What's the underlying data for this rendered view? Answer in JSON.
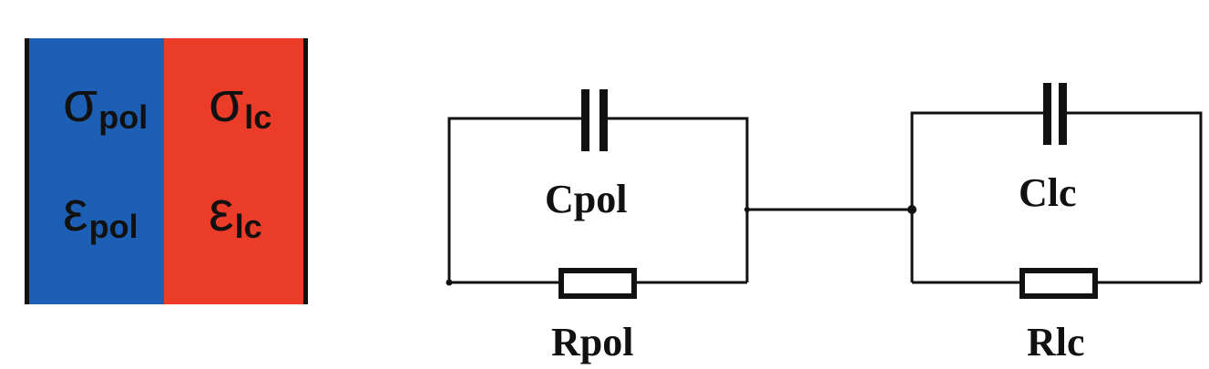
{
  "colors": {
    "pol_layer": "#1d5fb4",
    "lc_layer": "#ea3c28",
    "electrode": "#111111",
    "wire": "#111111"
  },
  "material": {
    "pol": {
      "conductivity_symbol": "σ",
      "permittivity_symbol": "ε",
      "subscript": "pol"
    },
    "lc": {
      "conductivity_symbol": "σ",
      "permittivity_symbol": "ε",
      "subscript": "lc"
    }
  },
  "circuit": {
    "pol": {
      "capacitor_label": "Cpol",
      "resistor_label": "Rpol"
    },
    "lc": {
      "capacitor_label": "Clc",
      "resistor_label": "Rlc"
    }
  }
}
